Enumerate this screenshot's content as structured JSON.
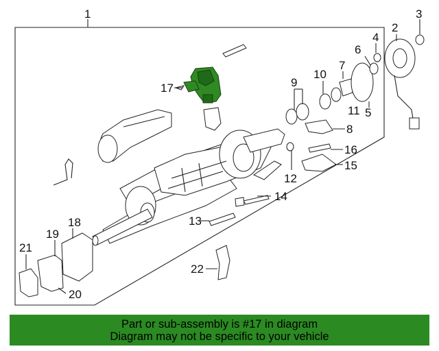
{
  "callouts": {
    "c1": "1",
    "c2": "2",
    "c3": "3",
    "c4": "4",
    "c5": "5",
    "c6": "6",
    "c7": "7",
    "c8": "8",
    "c9": "9",
    "c10": "10",
    "c11": "11",
    "c12": "12",
    "c13": "13",
    "c14": "14",
    "c15": "15",
    "c16": "16",
    "c17": "17",
    "c18": "18",
    "c19": "19",
    "c20": "20",
    "c21": "21",
    "c22": "22"
  },
  "highlight_color": "#2f8a23",
  "banner": {
    "line1": "Part or sub-assembly is #17 in diagram",
    "line2": "Diagram may not be specific to your vehicle",
    "background": "#2b8a22"
  }
}
